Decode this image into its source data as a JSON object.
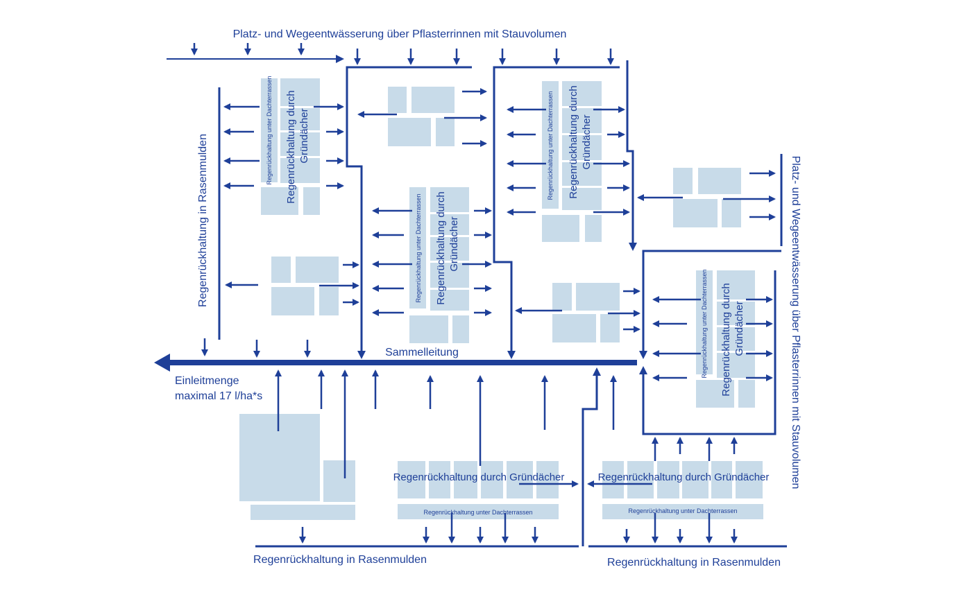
{
  "labels": {
    "top_channel": "Platz- und Wegeentwässerung über Pflasterrinnen mit Stauvolumen",
    "right_channel": "Platz- und Wegeentwässerung über Pflasterrinnen mit Stauvolumen",
    "left_swale": "Regenrückhaltung in Rasenmulden",
    "bottom_swale_left": "Regenrückhaltung in Rasenmulden",
    "bottom_swale_right": "Regenrückhaltung in Rasenmulden",
    "collector": "Sammelleitung",
    "discharge_line1": "Einleitmenge",
    "discharge_line2": "maximal 17 l/ha*s",
    "green_roof_1": "Regenrückhaltung durch",
    "green_roof_2": "Gründächer",
    "green_roof_full": "Regenrückhaltung durch Gründächer",
    "terrace": "Regenrückhaltung unter Dachterrassen"
  },
  "colors": {
    "line": "#1e3f98",
    "building": "#c8dbe9",
    "background": "#ffffff"
  }
}
